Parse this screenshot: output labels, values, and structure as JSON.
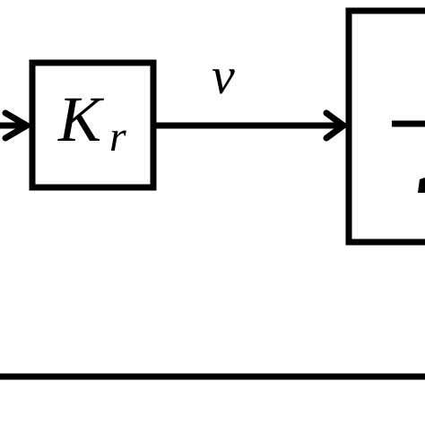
{
  "diagram": {
    "gain_block": {
      "symbol": "K",
      "subscript": "r"
    },
    "signal_label": "v",
    "colors": {
      "line": "#000000",
      "background": "#ffffff"
    }
  }
}
